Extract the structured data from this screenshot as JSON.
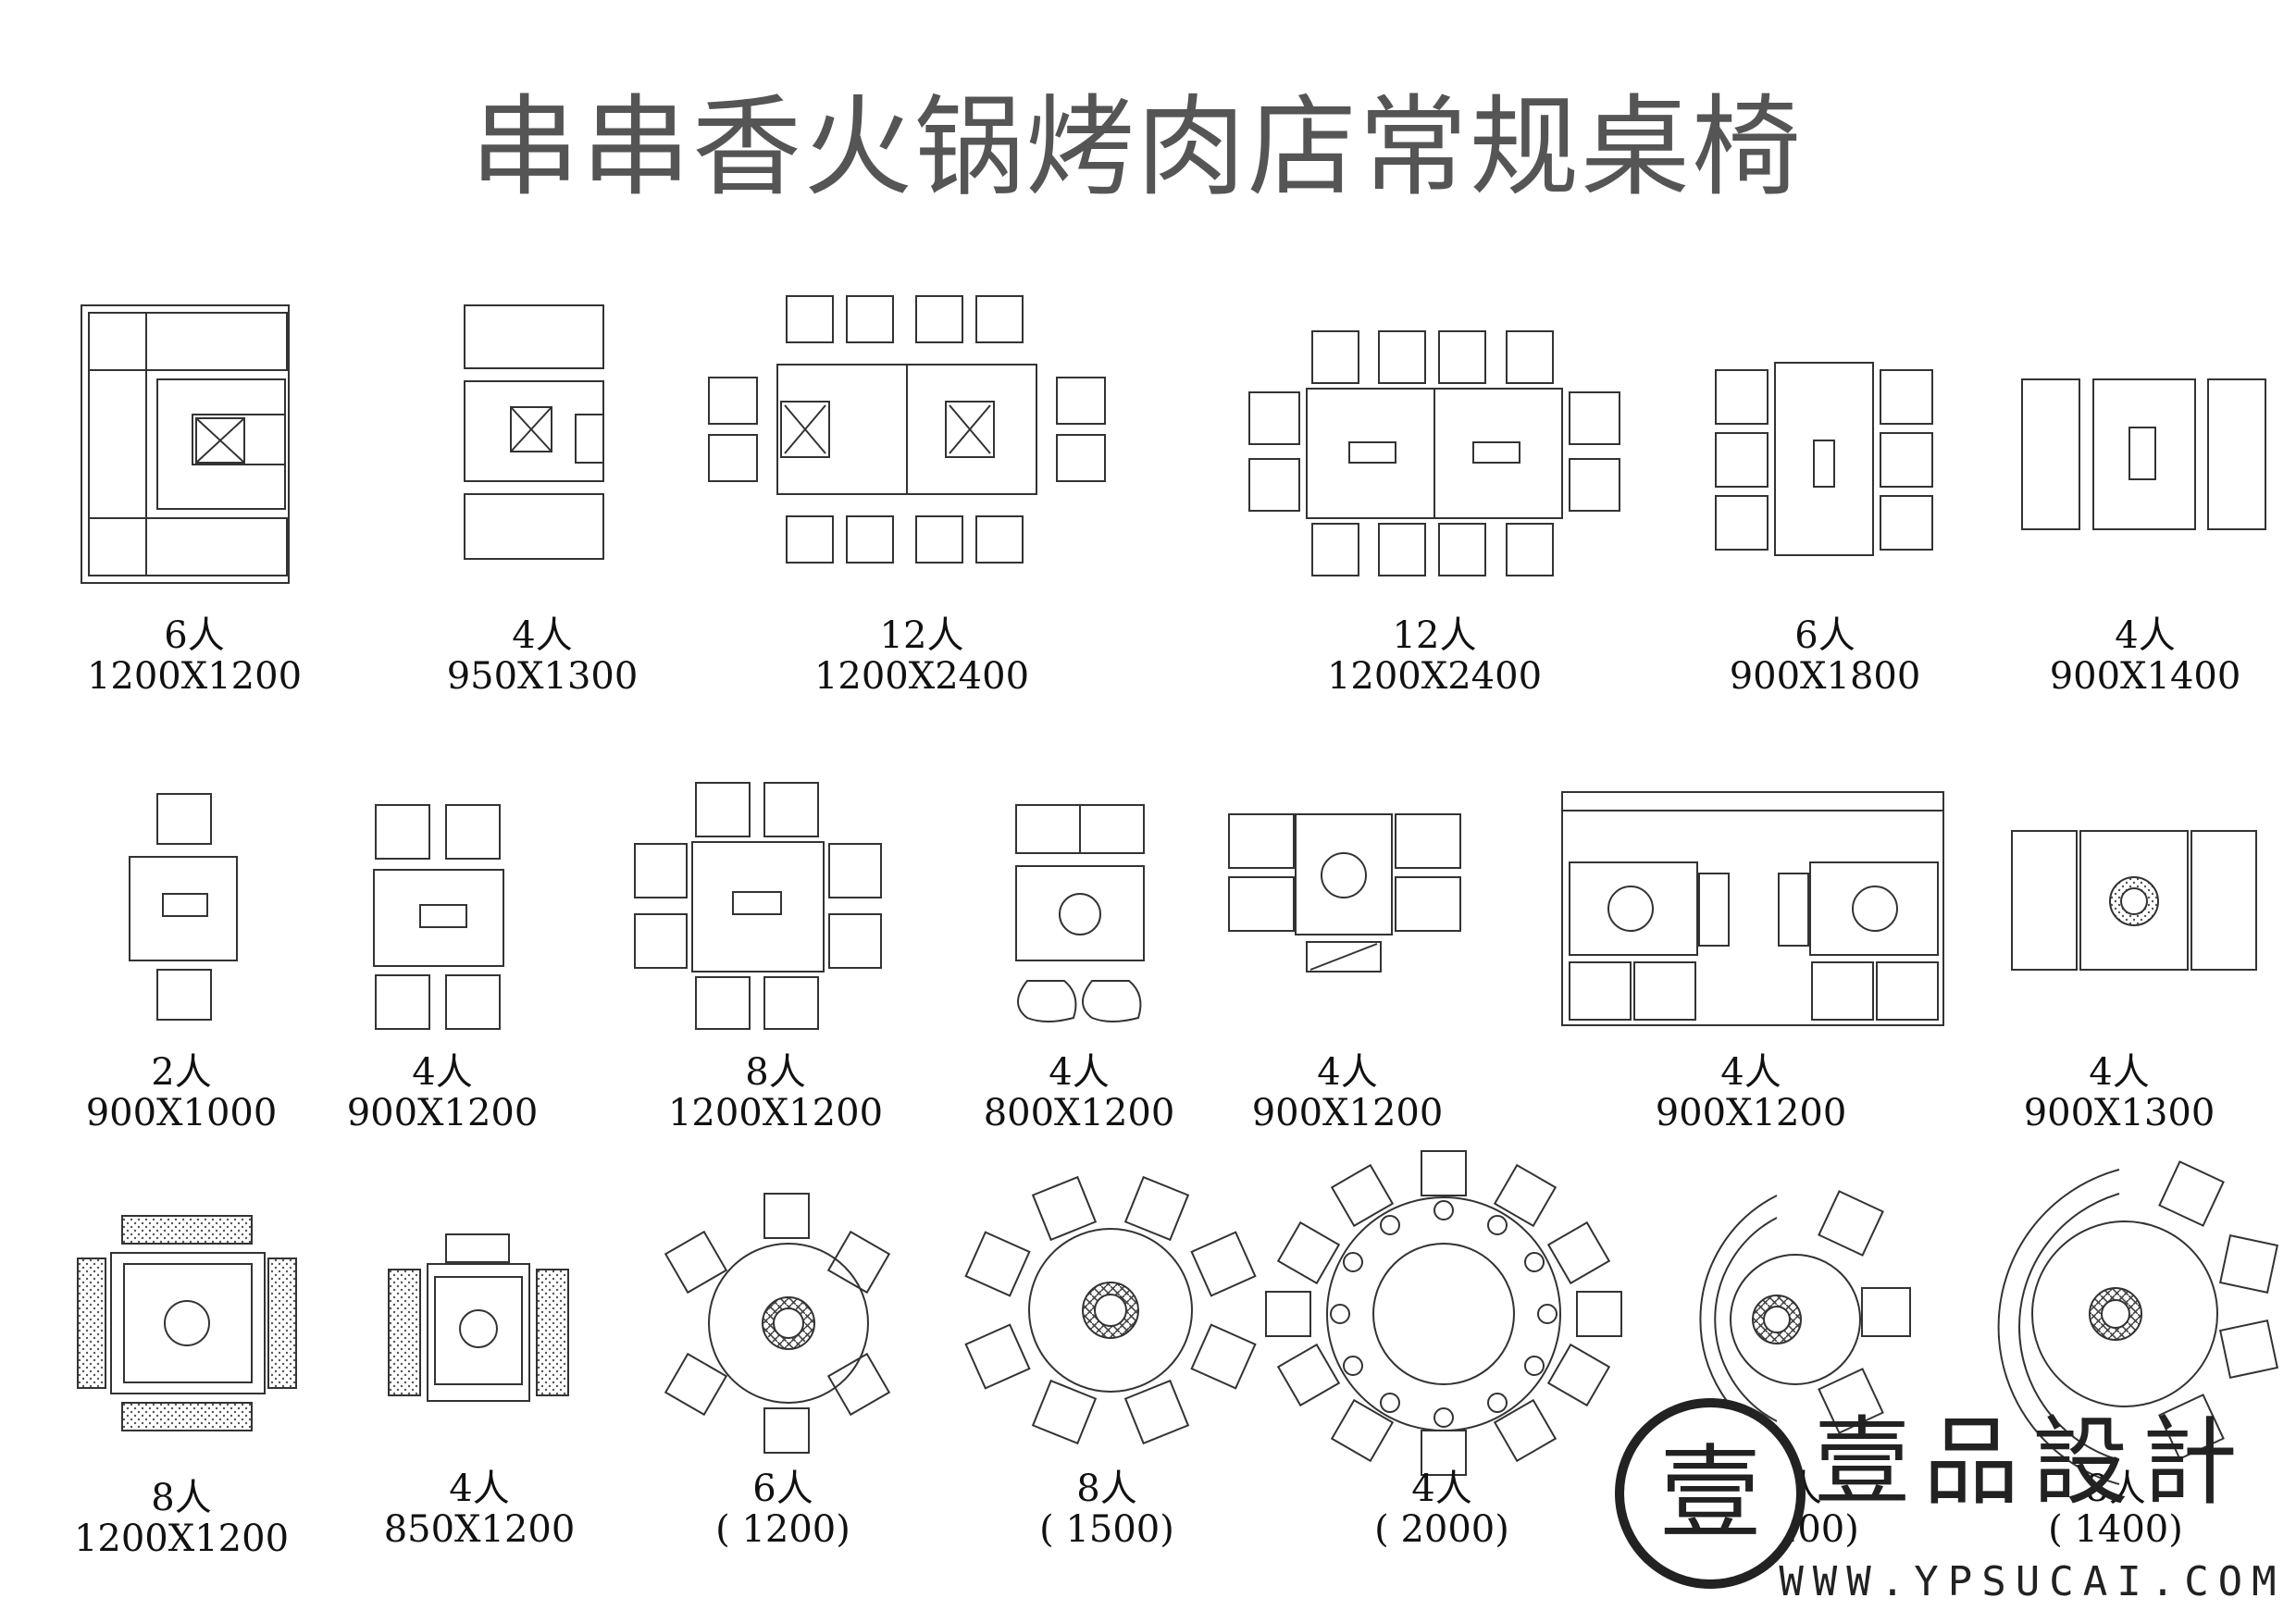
{
  "title": "串串香火锅烤肉店常规桌椅",
  "rows": [
    [
      {
        "people": "6人",
        "size": "1200X1200"
      },
      {
        "people": "4人",
        "size": "950X1300"
      },
      {
        "people": "12人",
        "size": "1200X2400"
      },
      {
        "people": "12人",
        "size": "1200X2400"
      },
      {
        "people": "6人",
        "size": "900X1800"
      },
      {
        "people": "4人",
        "size": "900X1400"
      }
    ],
    [
      {
        "people": "2人",
        "size": "900X1000"
      },
      {
        "people": "4人",
        "size": "900X1200"
      },
      {
        "people": "8人",
        "size": "1200X1200"
      },
      {
        "people": "4人",
        "size": "800X1200"
      },
      {
        "people": "4人",
        "size": "900X1200"
      },
      {
        "people": "4人",
        "size": "900X1200"
      },
      {
        "people": "4人",
        "size": "900X1300"
      }
    ],
    [
      {
        "people": "8人",
        "size": "1200X1200"
      },
      {
        "people": "4人",
        "size": "850X1200"
      },
      {
        "people": "6人",
        "size": "(   1200)"
      },
      {
        "people": "8人",
        "size": "(   1500)"
      },
      {
        "people": "4人",
        "size": "(   2000)"
      },
      {
        "people": "6人",
        "size": "(   1200)"
      },
      {
        "people": "8人",
        "size": "(   1400)"
      }
    ]
  ],
  "watermark": {
    "brand": "壹品設計",
    "seal_char": "壹",
    "url": "WWW.YPSUCAI.COM"
  },
  "colors": {
    "line": "#333333",
    "title": "#555555",
    "text": "#111111"
  }
}
